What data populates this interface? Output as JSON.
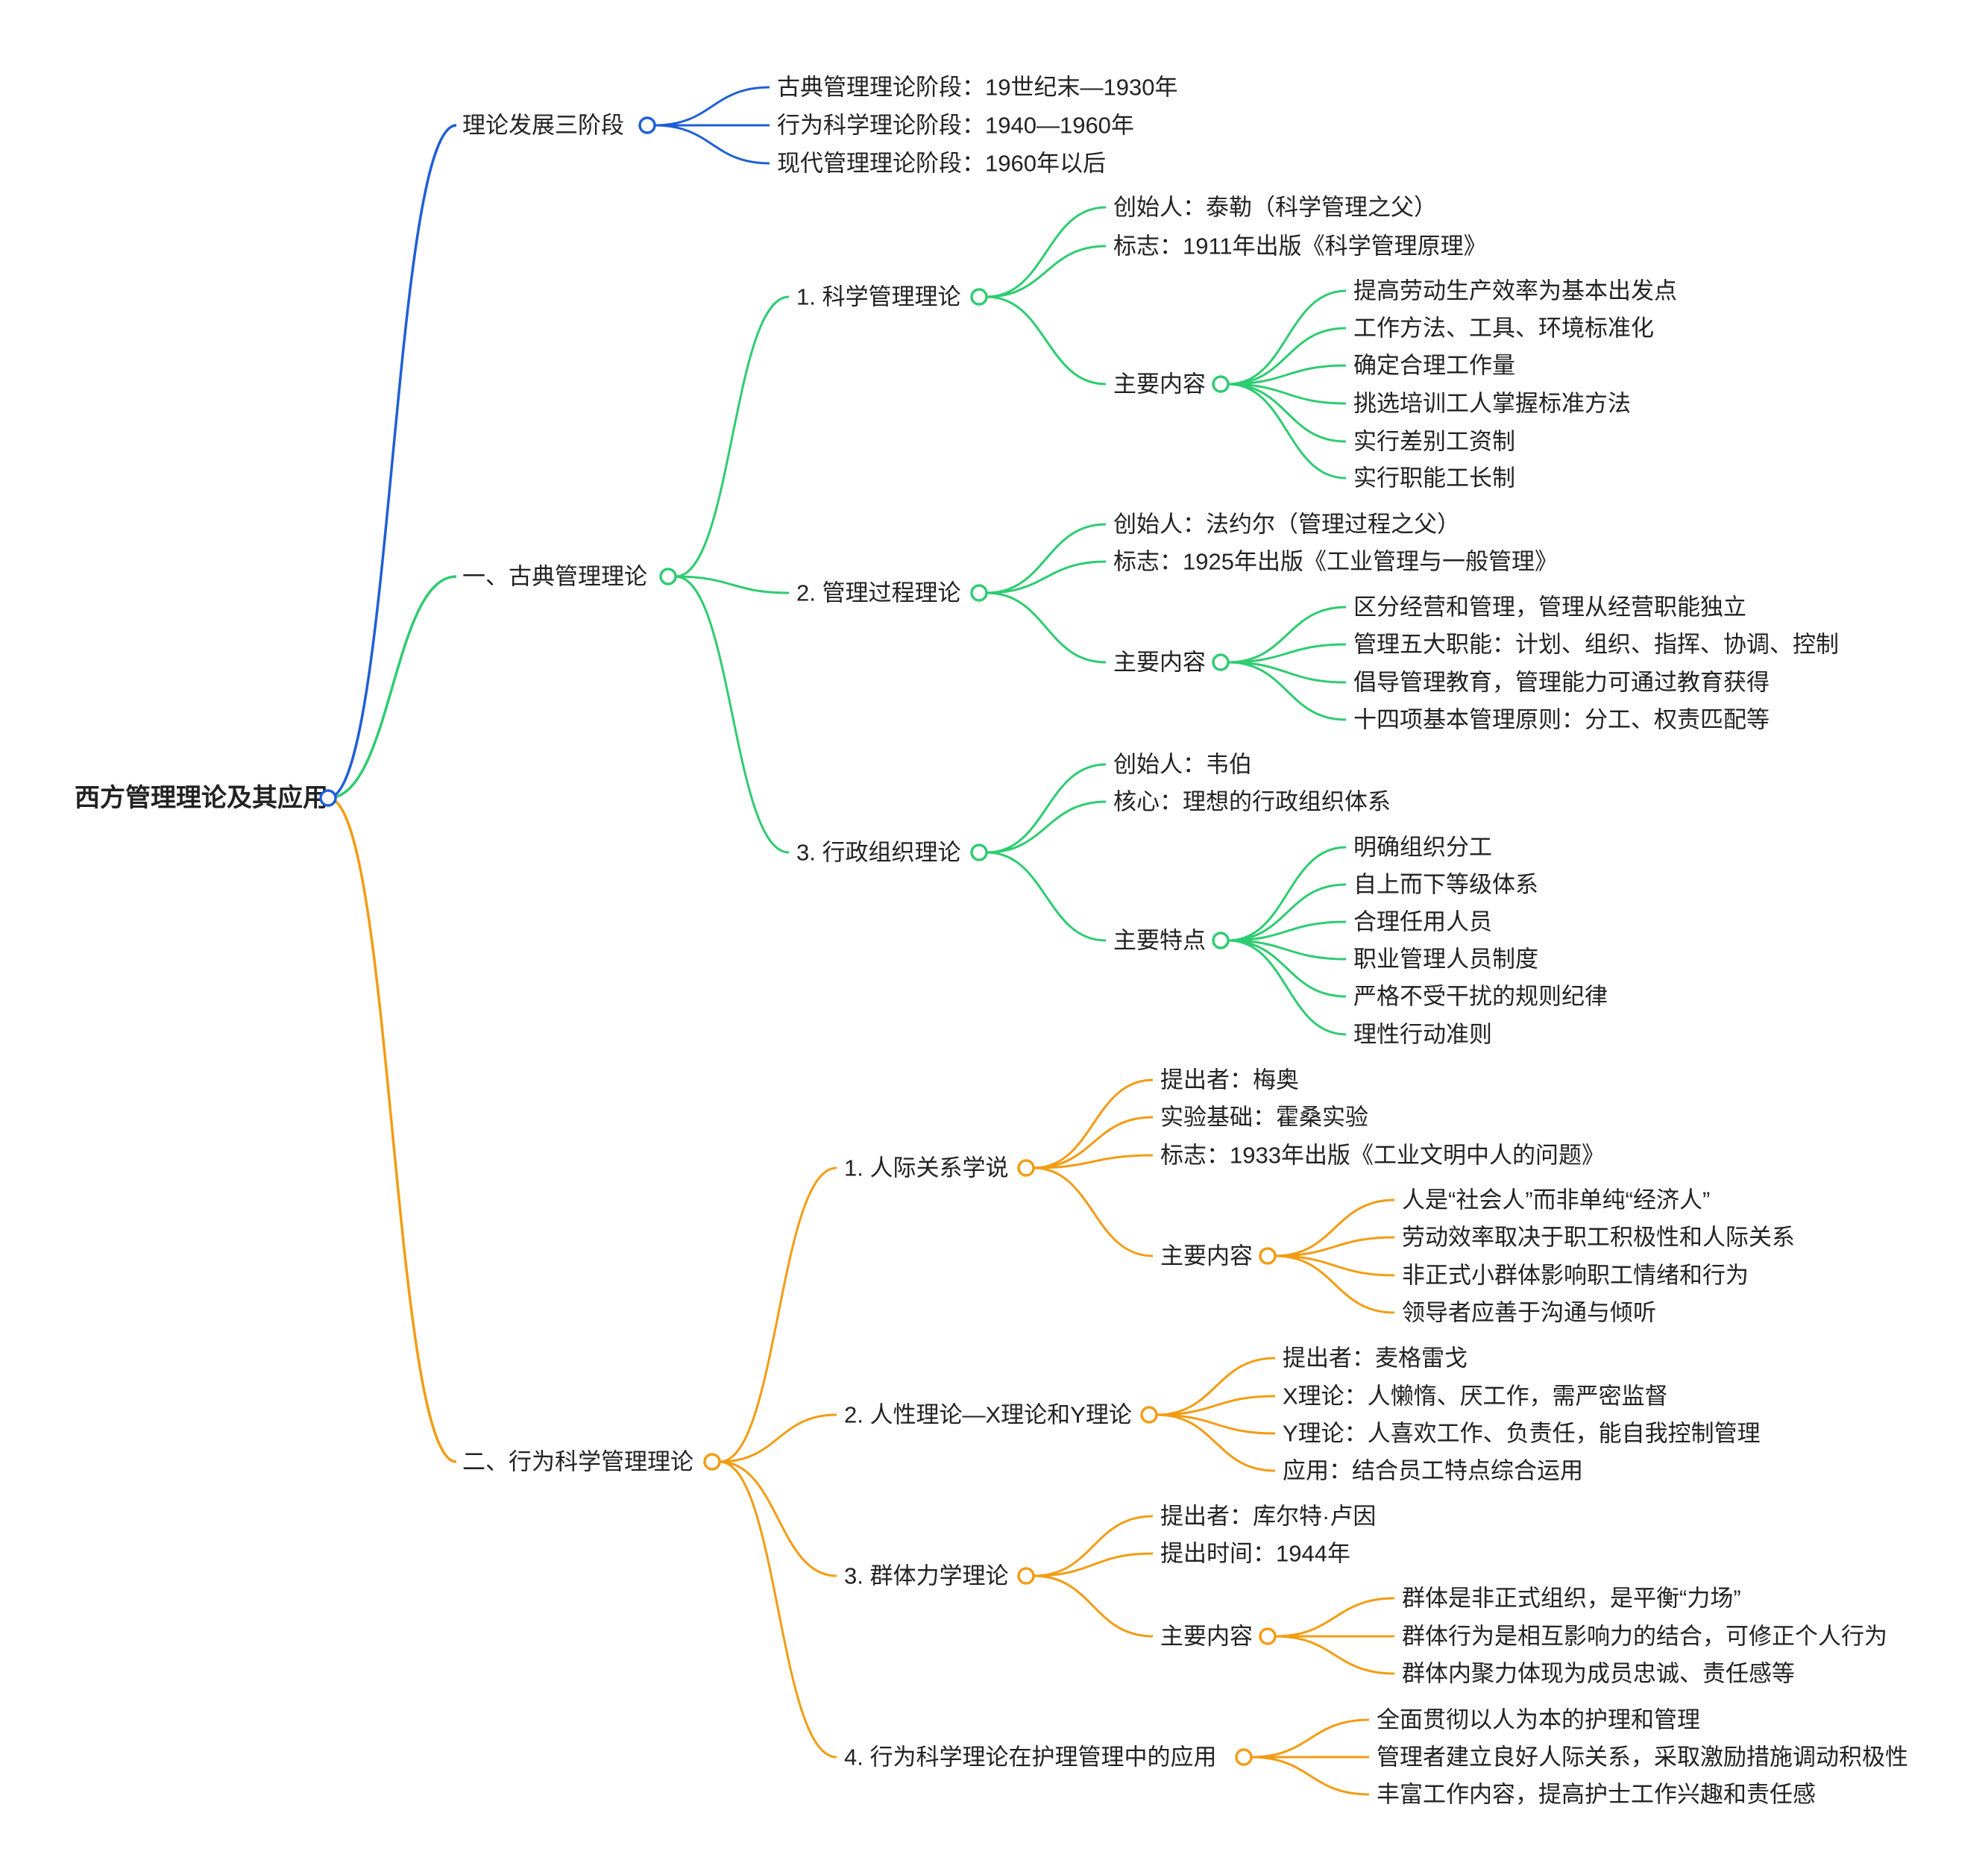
{
  "colors": {
    "blue": "#1f5fd6",
    "green": "#2ecc71",
    "orange": "#f39c12",
    "text": "#222222"
  },
  "root": {
    "label": "西方管理理论及其应用"
  },
  "branches": {
    "b1": {
      "label": "理论发展三阶段",
      "items": [
        "古典管理理论阶段：19世纪末—1930年",
        "行为科学理论阶段：1940—1960年",
        "现代管理理论阶段：1960年以后"
      ]
    },
    "b2": {
      "label": "一、古典管理理论",
      "s1": {
        "label": "1. 科学管理理论",
        "founder": "创始人：泰勒（科学管理之父）",
        "mark": "标志：1911年出版《科学管理原理》",
        "content_label": "主要内容",
        "content": [
          "提高劳动生产效率为基本出发点",
          "工作方法、工具、环境标准化",
          "确定合理工作量",
          "挑选培训工人掌握标准方法",
          "实行差别工资制",
          "实行职能工长制"
        ]
      },
      "s2": {
        "label": "2. 管理过程理论",
        "founder": "创始人：法约尔（管理过程之父）",
        "mark": "标志：1925年出版《工业管理与一般管理》",
        "content_label": "主要内容",
        "content": [
          "区分经营和管理，管理从经营职能独立",
          "管理五大职能：计划、组织、指挥、协调、控制",
          "倡导管理教育，管理能力可通过教育获得",
          "十四项基本管理原则：分工、权责匹配等"
        ]
      },
      "s3": {
        "label": "3. 行政组织理论",
        "founder": "创始人：韦伯",
        "core": "核心：理想的行政组织体系",
        "content_label": "主要特点",
        "content": [
          "明确组织分工",
          "自上而下等级体系",
          "合理任用人员",
          "职业管理人员制度",
          "严格不受干扰的规则纪律",
          "理性行动准则"
        ]
      }
    },
    "b3": {
      "label": "二、行为科学管理理论",
      "s1": {
        "label": "1. 人际关系学说",
        "proposer": "提出者：梅奥",
        "basis": "实验基础：霍桑实验",
        "mark": "标志：1933年出版《工业文明中人的问题》",
        "content_label": "主要内容",
        "content": [
          "人是“社会人”而非单纯“经济人”",
          "劳动效率取决于职工积极性和人际关系",
          "非正式小群体影响职工情绪和行为",
          "领导者应善于沟通与倾听"
        ]
      },
      "s2": {
        "label": "2. 人性理论—X理论和Y理论",
        "items": [
          "提出者：麦格雷戈",
          "X理论：人懒惰、厌工作，需严密监督",
          "Y理论：人喜欢工作、负责任，能自我控制管理",
          "应用：结合员工特点综合运用"
        ]
      },
      "s3": {
        "label": "3. 群体力学理论",
        "proposer": "提出者：库尔特·卢因",
        "time": "提出时间：1944年",
        "content_label": "主要内容",
        "content": [
          "群体是非正式组织，是平衡“力场”",
          "群体行为是相互影响力的结合，可修正个人行为",
          "群体内聚力体现为成员忠诚、责任感等"
        ]
      },
      "s4": {
        "label": "4. 行为科学理论在护理管理中的应用",
        "items": [
          "全面贯彻以人为本的护理和管理",
          "管理者建立良好人际关系，采取激励措施调动积极性",
          "丰富工作内容，提高护士工作兴趣和责任感"
        ]
      }
    }
  }
}
